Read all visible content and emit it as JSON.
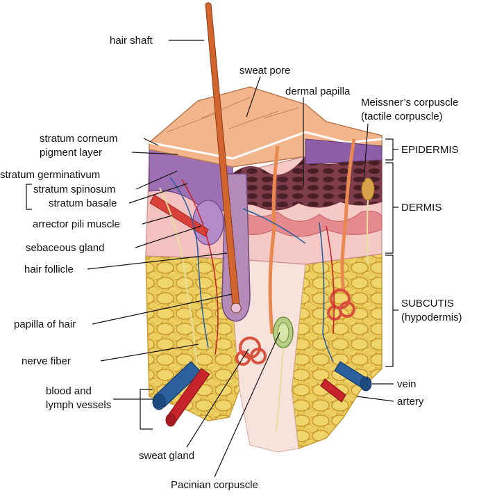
{
  "labels": {
    "hair_shaft": "hair shaft",
    "sweat_pore": "sweat pore",
    "dermal_papilla": "dermal papilla",
    "meissner_line1": "Meissner’s corpuscle",
    "meissner_line2": "(tactile corpuscle)",
    "stratum_corneum": "stratum corneum",
    "pigment_layer": "pigment layer",
    "stratum_germinativum": "stratum germinativum",
    "stratum_spinosum": "stratum spinosum",
    "stratum_basale": "stratum basale",
    "arrector_pili": "arrector pili muscle",
    "sebaceous_gland": "sebaceous gland",
    "hair_follicle": "hair follicle",
    "papilla_of_hair": "papilla of hair",
    "nerve_fiber": "nerve fiber",
    "blood_lymph_line1": "blood and",
    "blood_lymph_line2": "lymph vessels",
    "sweat_gland": "sweat gland",
    "pacinian": "Pacinian corpuscle",
    "epidermis": "EPIDERMIS",
    "dermis": "DERMIS",
    "subcutis_line1": "SUBCUTIS",
    "subcutis_line2": "(hypodermis)",
    "vein": "vein",
    "artery": "artery"
  },
  "colors": {
    "fat": "#e9c95a",
    "fat_dark": "#c99a2e",
    "dermis": "#f3c2c0",
    "epidermis_top": "#f2b58c",
    "pigment": "#9d6fb3",
    "hair": "#d2642e",
    "vein": "#2b5f9e",
    "artery": "#c8242b",
    "nerve": "#f2e6a0",
    "corpuscle": "#b7cf84"
  }
}
